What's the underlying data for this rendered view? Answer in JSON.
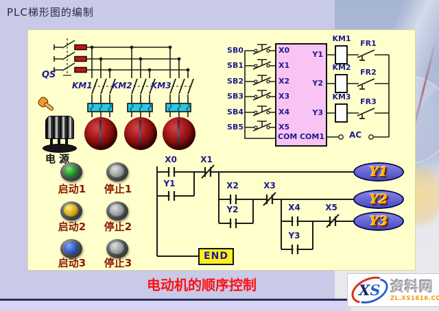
{
  "title": "PLC梯形图的编制",
  "caption": "电动机的顺序控制",
  "main_circuit": {
    "qs": "QS",
    "contactors": [
      "KM1",
      "KM2",
      "KM3"
    ],
    "power_label": "电源"
  },
  "controls": {
    "rows": [
      {
        "start": "启动1",
        "stop": "停止1"
      },
      {
        "start": "启动2",
        "stop": "停止2"
      },
      {
        "start": "启动3",
        "stop": "停止3"
      }
    ]
  },
  "plc": {
    "buttons": [
      "SB0",
      "SB1",
      "SB2",
      "SB3",
      "SB4",
      "SB5"
    ],
    "inputs": [
      "X0",
      "X1",
      "X2",
      "X3",
      "X4",
      "X5"
    ],
    "com": "COM",
    "outputs": [
      "Y1",
      "Y2",
      "Y3"
    ],
    "com1": "COM1",
    "coils": [
      "KM1",
      "KM2",
      "KM3"
    ],
    "thermal": [
      "FR1",
      "FR2",
      "FR3"
    ],
    "ac": "AC"
  },
  "ladder": {
    "rungs": [
      {
        "input": "X0",
        "stop": "X1",
        "seal": "Y1",
        "output": "Y1"
      },
      {
        "input": "X2",
        "stop": "X3",
        "seal": "Y2",
        "output": "Y2"
      },
      {
        "input": "X4",
        "stop": "X5",
        "seal": "Y3",
        "output": "Y3"
      }
    ],
    "end": "END"
  },
  "logo": {
    "x": "X",
    "s": "S",
    "name": "资料网",
    "url": "ZL.XS1616.COM"
  },
  "colors": {
    "page_bg": "#C9C9E8",
    "panel_bg": "#FFFFCC",
    "plc_box": "#F9C4F4",
    "label_navy": "#1B1B8E",
    "caption_red": "#FF1010",
    "fuse_red": "#CC1111",
    "thermal_cyan": "#2EC6E6",
    "motor_red": "#8C0F0F",
    "oval_fill": "#5C5CD4",
    "oval_text": "#FFB200",
    "end_fill": "#FFEE22",
    "button_label": "#8B1A00",
    "start1": "#1E8F2A",
    "start2": "#D4AC10",
    "start3": "#2A58C8",
    "stop": "#98A0A0",
    "logo_orange": "#F59A00"
  }
}
